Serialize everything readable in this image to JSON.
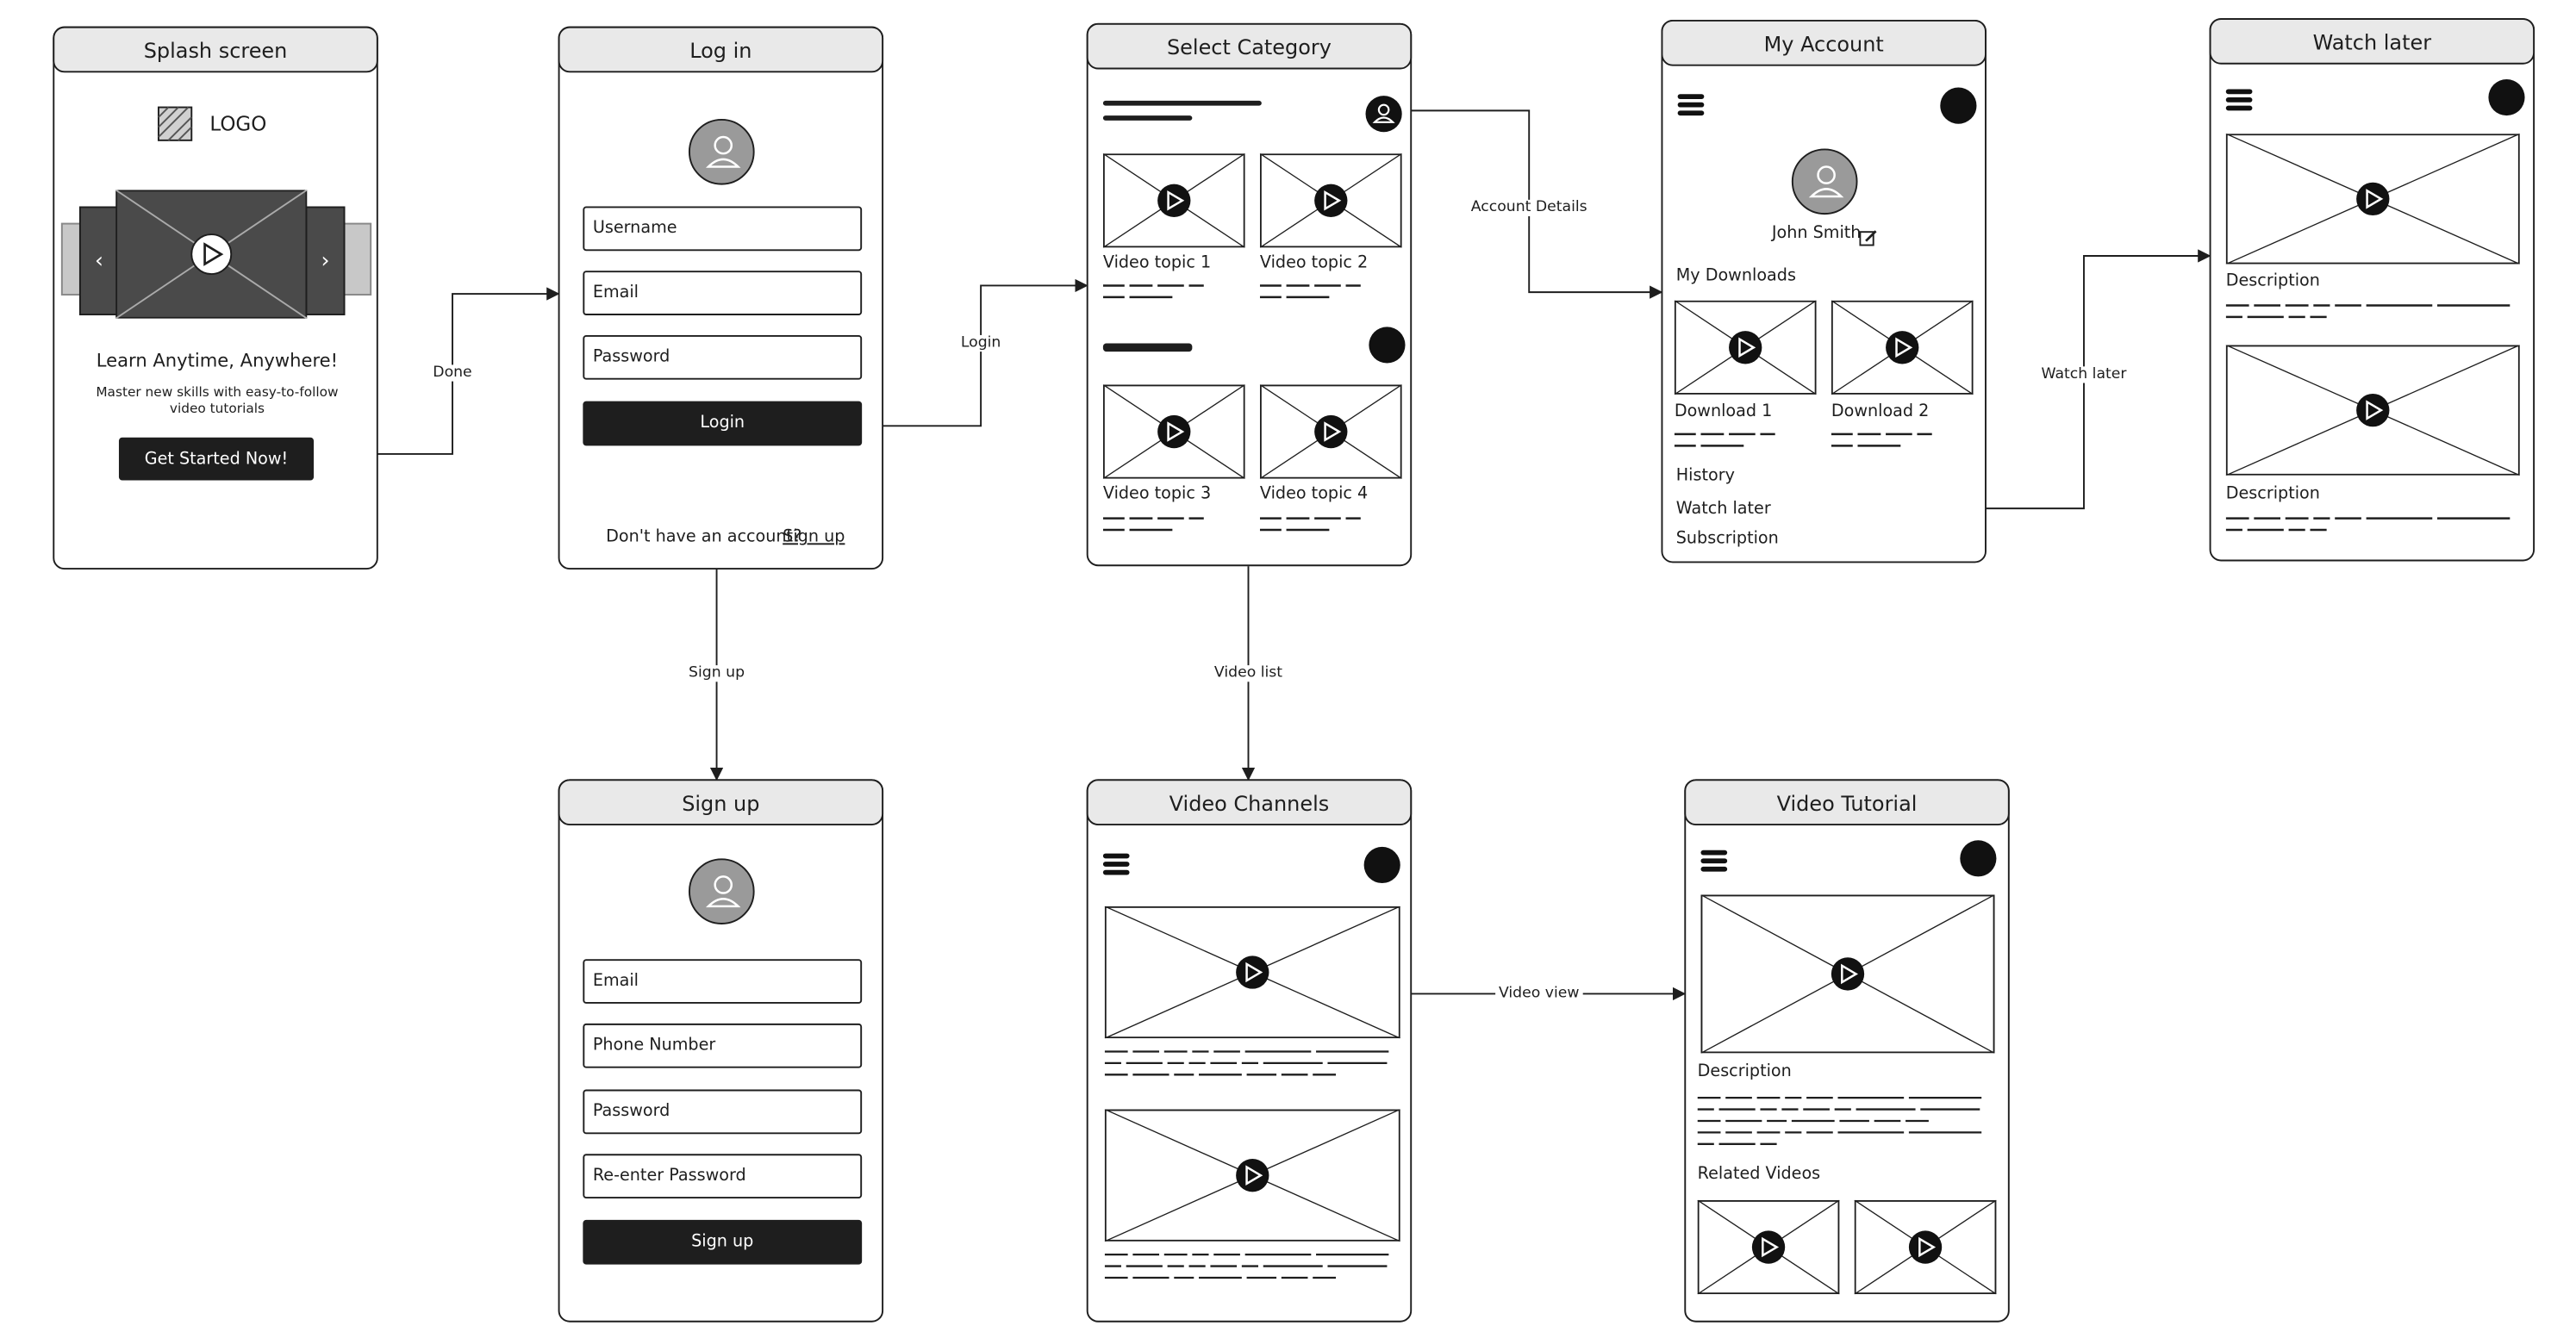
{
  "screens": {
    "splash": {
      "title": "Splash screen",
      "logo": "LOGO",
      "headline": "Learn Anytime, Anywhere!",
      "subline_1": "Master new skills with easy-to-follow",
      "subline_2": "video tutorials",
      "cta": "Get Started Now!",
      "prev": "‹",
      "next": "›"
    },
    "login": {
      "title": "Log in",
      "username": "Username",
      "email": "Email",
      "password": "Password",
      "button": "Login",
      "no_account": "Don't have an account?",
      "signup_link": "Sign up"
    },
    "category": {
      "title": "Select Category",
      "videos": [
        "Video topic 1",
        "Video topic 2",
        "Video topic 3",
        "Video topic 4"
      ]
    },
    "account": {
      "title": "My Account",
      "user_name": "John Smith",
      "downloads_heading": "My Downloads",
      "downloads": [
        "Download 1",
        "Download 2"
      ],
      "menu": [
        "History",
        "Watch later",
        "Subscription"
      ]
    },
    "watch_later": {
      "title": "Watch later",
      "descriptions": [
        "Description",
        "Description"
      ]
    },
    "signup": {
      "title": "Sign up",
      "email": "Email",
      "phone": "Phone Number",
      "password": "Password",
      "reenter": "Re-enter Password",
      "button": "Sign up"
    },
    "channels": {
      "title": "Video Channels"
    },
    "tutorial": {
      "title": "Video Tutorial",
      "description": "Description",
      "related": "Related Videos"
    }
  },
  "edges": [
    {
      "from": "splash.cta",
      "to": "login",
      "label": "Done"
    },
    {
      "from": "login.button",
      "to": "category",
      "label": "Login"
    },
    {
      "from": "category.profile",
      "to": "account",
      "label": "Account Details"
    },
    {
      "from": "account.watch_later",
      "to": "watch_later",
      "label": "Watch later"
    },
    {
      "from": "login",
      "to": "signup",
      "label": "Sign up"
    },
    {
      "from": "category",
      "to": "channels",
      "label": "Video list"
    },
    {
      "from": "channels.video",
      "to": "tutorial",
      "label": "Video view"
    }
  ],
  "colors": {
    "ink": "#1e1e1e",
    "header_fill": "#e9e9e9",
    "avatar_fill": "#9a9a9a",
    "button_fill": "#1e1e1e"
  },
  "icons": [
    "logo-icon",
    "play-icon",
    "user-icon",
    "edit-icon",
    "hamburger-icon",
    "profile-dot-icon",
    "chevron-left-icon",
    "chevron-right-icon"
  ]
}
